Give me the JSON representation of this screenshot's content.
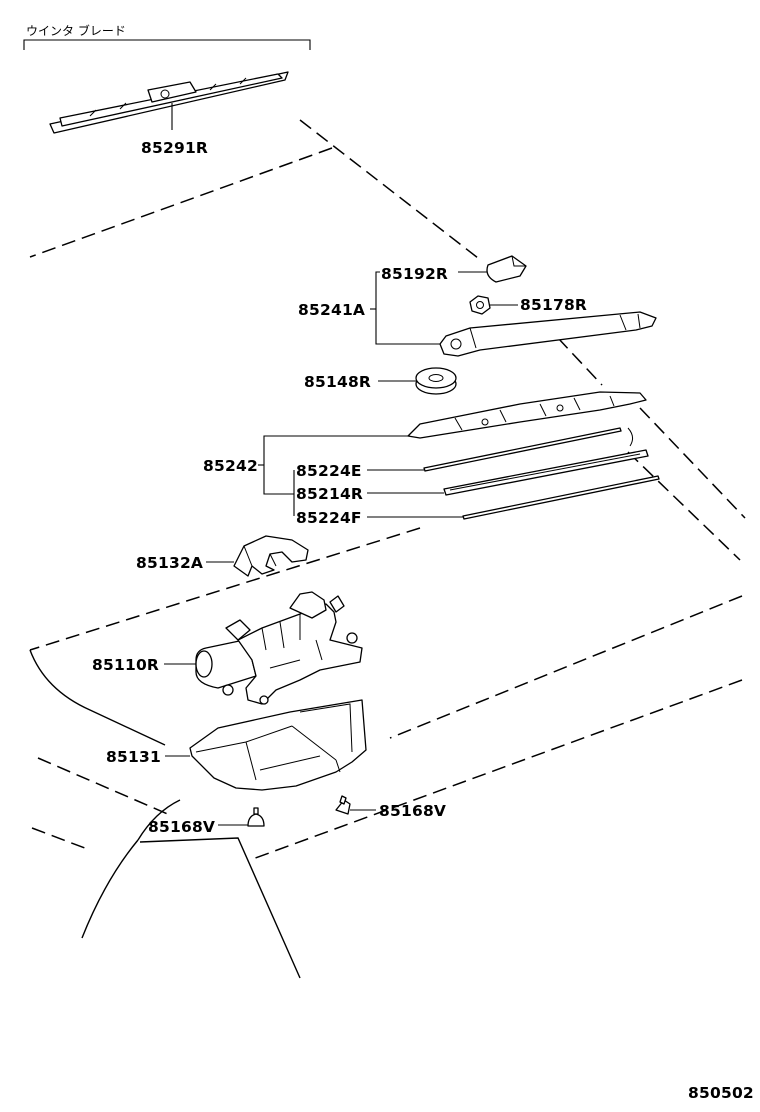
{
  "header_label": "ウインタ ブレード",
  "diagram_code": "850502",
  "labels": {
    "blade": "85291R",
    "cap": "85192R",
    "arm_assy": "85241A",
    "nut": "85178R",
    "seal": "85148R",
    "blade_assy": "85242",
    "rubber_upper": "85224E",
    "rubber": "85214R",
    "rubber_lower": "85224F",
    "cover": "85132A",
    "motor": "85110R",
    "bracket": "85131",
    "clip_left": "85168V",
    "clip_right": "85168V"
  }
}
